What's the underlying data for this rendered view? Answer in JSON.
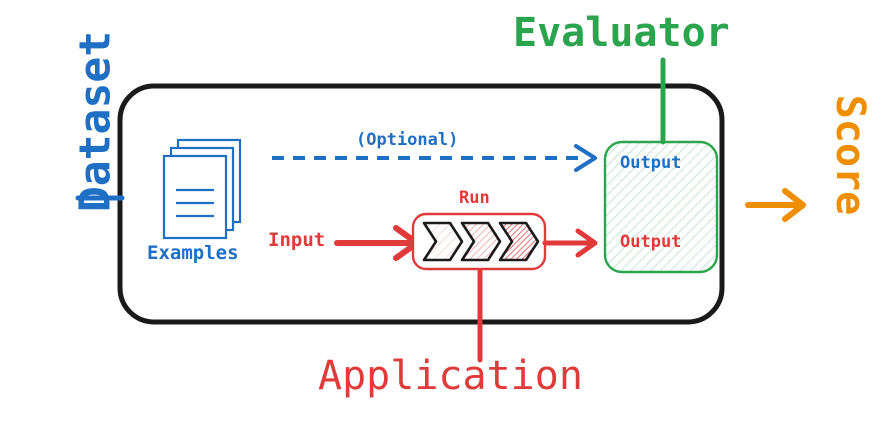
{
  "diagram": {
    "title": "Evaluation pipeline diagram",
    "outer_container": {
      "name": "pipeline-boundary",
      "shape": "rounded-rectangle",
      "stroke": "#1a1a1a"
    },
    "side_labels": {
      "left": {
        "text": "Dataset",
        "color": "#1f6fc4",
        "rotation": "-90"
      },
      "right": {
        "text": "Score",
        "color": "#ef8f00",
        "rotation": "90"
      },
      "top": {
        "text": "Evaluator",
        "color": "#2ca44e"
      },
      "bottom": {
        "text": "Application",
        "color": "#e03a3a"
      }
    },
    "nodes": {
      "examples": {
        "label": "Examples",
        "icon": "documents-stack-icon",
        "color": "#1f6fc4"
      },
      "run": {
        "label": "Run",
        "icon": "chevrons-icon",
        "color": "#e03a3a"
      },
      "output_box": {
        "top_label": "Output",
        "bottom_label": "Output",
        "stroke": "#2ca44e",
        "top_label_color": "#1f6fc4",
        "bottom_label_color": "#e03a3a"
      }
    },
    "edges": {
      "optional": {
        "label": "(Optional)",
        "style": "dashed",
        "color": "#1f6fc4"
      },
      "input": {
        "label": "Input",
        "style": "solid",
        "color": "#e03a3a"
      },
      "run_to_output": {
        "label": "",
        "style": "solid",
        "color": "#e03a3a"
      },
      "score_out": {
        "label": "",
        "style": "solid",
        "color": "#ef8f00"
      },
      "dataset_connector": {
        "color": "#1f6fc4"
      },
      "evaluator_connector": {
        "color": "#2ca44e"
      },
      "application_connector": {
        "color": "#e03a3a"
      }
    },
    "colors": {
      "blue": "#1f6fc4",
      "red": "#e03a3a",
      "green": "#2ca44e",
      "orange": "#ef8f00",
      "black": "#1a1a1a",
      "background": "#ffffff"
    }
  }
}
